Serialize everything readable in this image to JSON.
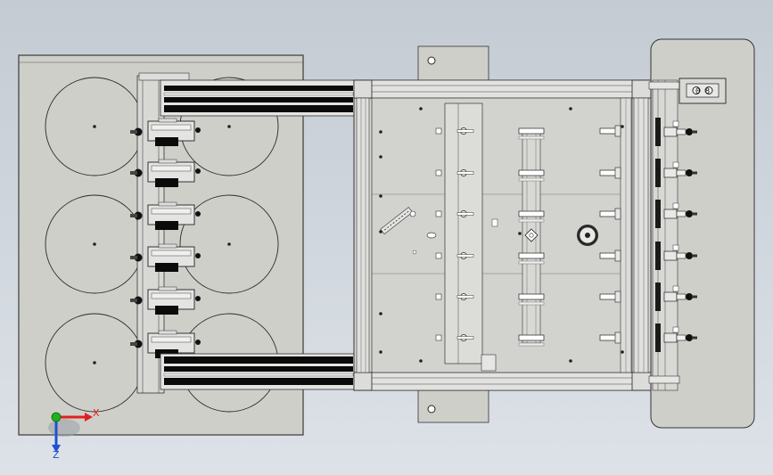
{
  "viewport": {
    "background_top": "#c4cbd3",
    "background_bottom": "#dde2e8"
  },
  "colors": {
    "panel_fill": "#cfcfca",
    "panel_stroke": "#3a3a3a",
    "rail_dark": "#0b0b0b",
    "rail_light": "#e6e6e6",
    "axis_x": "#e02020",
    "axis_y": "#20b020",
    "axis_z": "#2050d0"
  },
  "triad": {
    "x_label": "X",
    "z_label": "Z",
    "x_icon": "axis-x-arrow-icon",
    "y_icon": "axis-y-dot-icon",
    "z_icon": "axis-z-arrow-icon"
  },
  "control_box": {
    "display_text": "0 8"
  }
}
